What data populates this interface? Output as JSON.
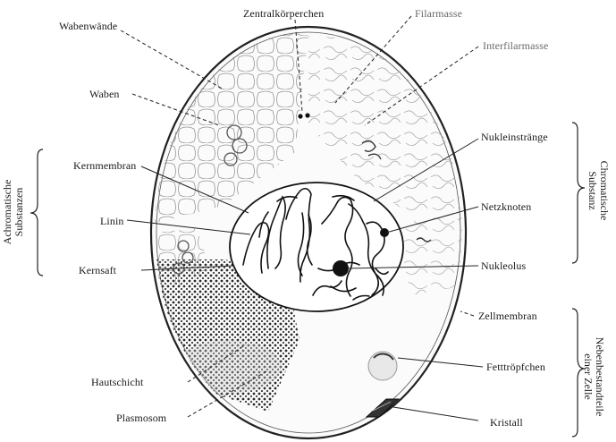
{
  "labels": {
    "wabenwaende": "Wabenwände",
    "zentralkoerperchen": "Zentralkörperchen",
    "filarmasse": "Filarmasse",
    "interfilarmasse": "Interfilarmasse",
    "waben": "Waben",
    "nukleinstraenge": "Nukleinstränge",
    "kernmembran": "Kernmembran",
    "linin": "Linin",
    "netzknoten": "Netzknoten",
    "kernsaft": "Kernsaft",
    "nukleolus": "Nukleolus",
    "zellmembran": "Zellmembran",
    "hautschicht": "Hautschicht",
    "fetttroepfchen": "Fetttröpfchen",
    "plasmosom": "Plasmosom",
    "kristall": "Kristall"
  },
  "groups": {
    "left": {
      "line1": "Achromatische",
      "line2": "Substanzen"
    },
    "right_top": {
      "line1": "Chromatische",
      "line2": "Substanz"
    },
    "right_bottom": {
      "line1": "Nebenbestandteile",
      "line2": "einer Zelle"
    }
  }
}
